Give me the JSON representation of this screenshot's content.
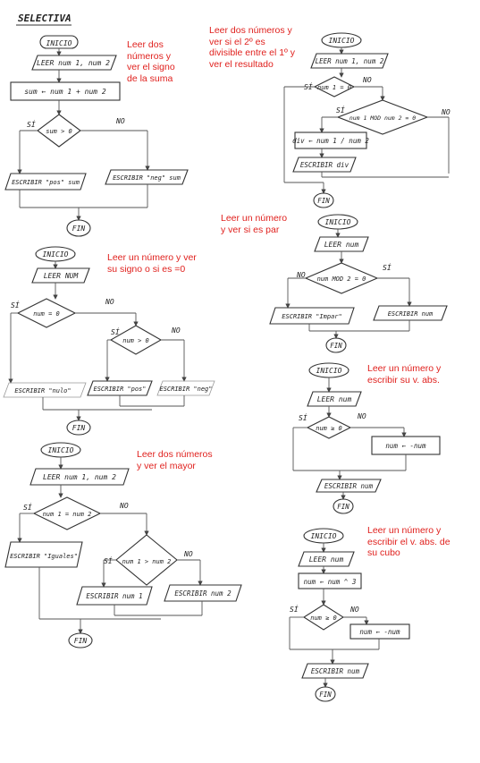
{
  "title": "SELECTIVA",
  "annotations": {
    "a1": [
      "Leer dos",
      "números y",
      "ver el signo",
      "de la suma"
    ],
    "a2": [
      "Leer un número y ver",
      "su signo o si es =0"
    ],
    "a3": [
      "Leer dos números",
      "y ver el mayor"
    ],
    "a4": [
      "Leer dos números y",
      "ver si el 2º es",
      "divisible entre el 1º y",
      "ver el resultado"
    ],
    "a5": [
      "Leer un número",
      "y ver si es par"
    ],
    "a6": [
      "Leer un número y",
      "escribir su v. abs."
    ],
    "a7": [
      "Leer un número y",
      "escribir el v. abs. de",
      "su cubo"
    ]
  },
  "flowcharts": {
    "f1": {
      "inicio": "INICIO",
      "read": "LEER num 1, num 2",
      "assign": "sum ← num 1 + num 2",
      "cond": "sum > 0",
      "si": "SÍ",
      "no": "NO",
      "out_si": "ESCRIBIR \"pos\" sum",
      "out_no": "ESCRIBIR \"neg\" sum",
      "fin": "FIN"
    },
    "f2": {
      "inicio": "INICIO",
      "read": "LEER NUM",
      "cond": "num = 0",
      "cond2": "num > 0",
      "si": "SÍ",
      "no": "NO",
      "out_zero": "ESCRIBIR \"nulo\"",
      "out_pos": "ESCRIBIR \"pos\"",
      "out_neg": "ESCRIBIR \"neg\"",
      "fin": "FIN"
    },
    "f3": {
      "inicio": "INICIO",
      "read": "LEER num 1, num 2",
      "cond": "num 1 = num 2",
      "cond2": "num 1 > num 2",
      "si": "SÍ",
      "no": "NO",
      "out_eq": "ESCRIBIR \"Iguales\"",
      "out_1": "ESCRIBIR num 1",
      "out_2": "ESCRIBIR num 2",
      "fin": "FIN"
    },
    "f4": {
      "inicio": "INICIO",
      "read": "LEER num 1, num 2",
      "cond": "num 1 = 0",
      "cond2": "num 1 MOD num 2 = 0",
      "si": "SÍ",
      "no": "NO",
      "assign": "div ← num 1 / num 2",
      "out": "ESCRIBIR div",
      "fin": "FIN"
    },
    "f5": {
      "inicio": "INICIO",
      "read": "LEER num",
      "cond": "num MOD 2 = 0",
      "si": "SÍ",
      "no": "NO",
      "out_no": "ESCRIBIR \"Impar\"",
      "out_si": "ESCRIBIR num",
      "fin": "FIN"
    },
    "f6": {
      "inicio": "INICIO",
      "read": "LEER num",
      "cond": "num ≥ 0",
      "si": "SÍ",
      "no": "NO",
      "assign": "num ← -num",
      "out": "ESCRIBIR num",
      "fin": "FIN"
    },
    "f7": {
      "inicio": "INICIO",
      "read": "LEER num",
      "assign1": "num ← num ^ 3",
      "cond": "num ≥ 0",
      "si": "SÍ",
      "no": "NO",
      "assign2": "num ← -num",
      "out": "ESCRIBIR num",
      "fin": "FIN"
    }
  }
}
